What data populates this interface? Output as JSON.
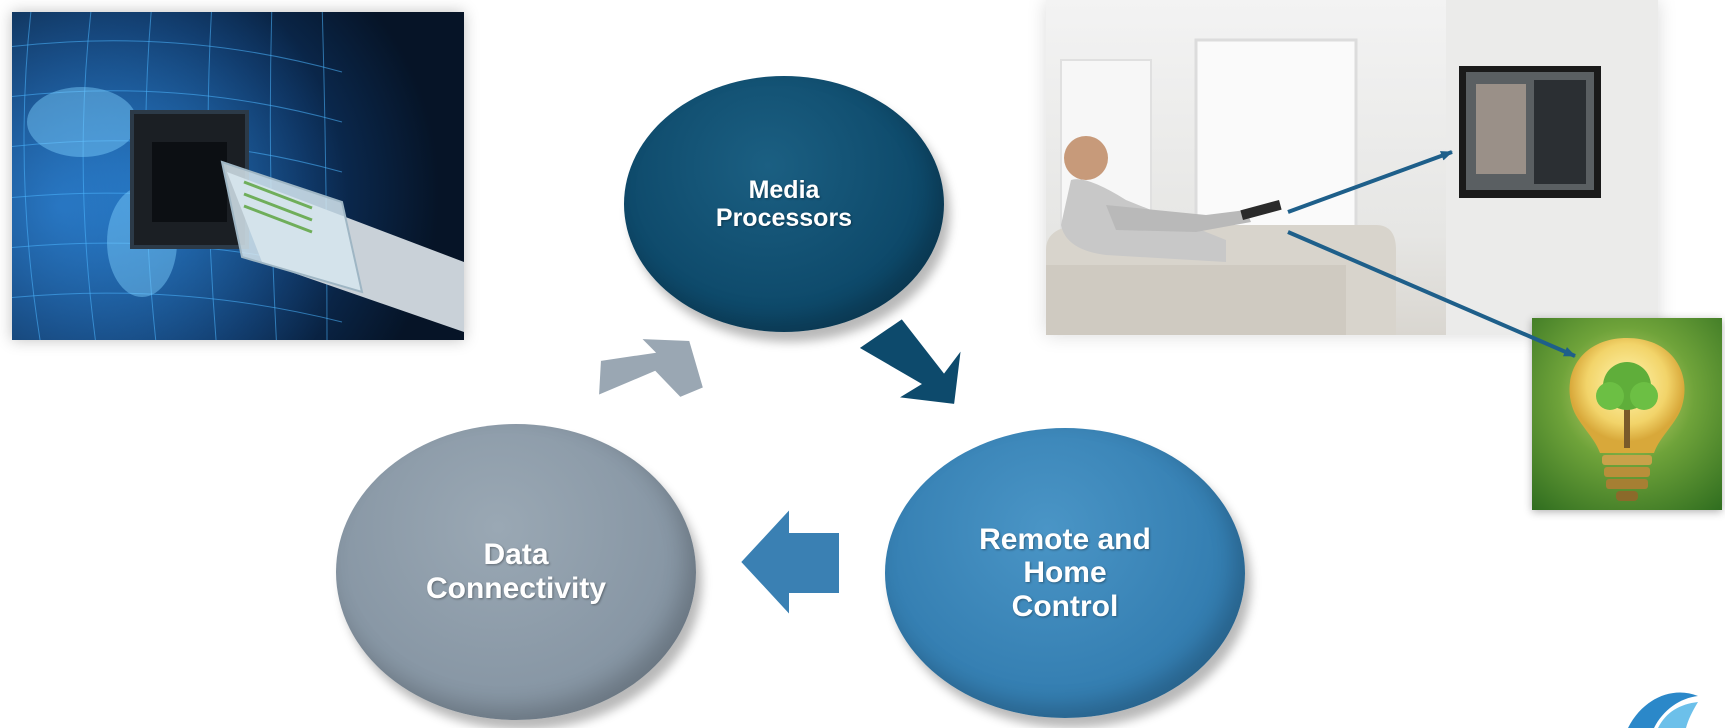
{
  "cycle": {
    "media_processors": "Media\nProcessors",
    "remote_home_control": "Remote and\nHome\nControl",
    "data_connectivity": "Data\nConnectivity"
  },
  "colors": {
    "media": "#0e4a6b",
    "remote": "#357fb2",
    "data": "#8897a5",
    "arrow_to_remote": "#0d4a6c",
    "arrow_to_data": "#3a80b3",
    "arrow_to_media": "#9aa7b3",
    "pointer_arrows": "#1e5f8a"
  },
  "images": [
    {
      "name": "network-globe-ethernet-photo"
    },
    {
      "name": "living-room-remote-tv-photo"
    },
    {
      "name": "green-light-bulb-photo"
    },
    {
      "name": "corner-logo"
    }
  ]
}
